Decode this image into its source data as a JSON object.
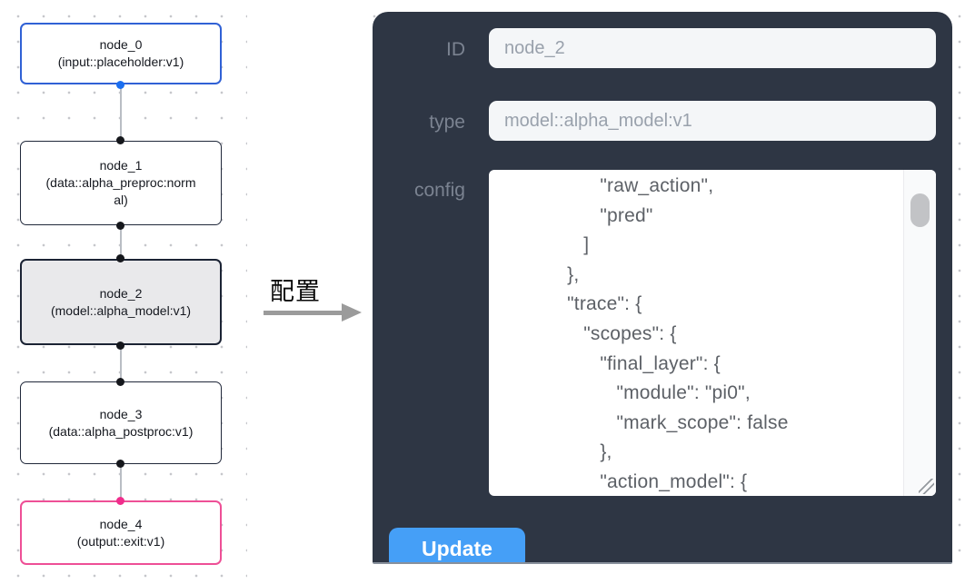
{
  "flow": {
    "nodes": [
      {
        "id": "node_0",
        "type_label": "(input::placeholder:v1)",
        "variant": "input"
      },
      {
        "id": "node_1",
        "type_label": "(data::alpha_preproc:normal)",
        "variant": "default"
      },
      {
        "id": "node_2",
        "type_label": "(model::alpha_model:v1)",
        "variant": "selected"
      },
      {
        "id": "node_3",
        "type_label": "(data::alpha_postproc:v1)",
        "variant": "default"
      },
      {
        "id": "node_4",
        "type_label": "(output::exit:v1)",
        "variant": "output"
      }
    ]
  },
  "annotation": {
    "arrow_label": "配置"
  },
  "panel": {
    "fields": [
      {
        "label": "ID",
        "value": "node_2"
      },
      {
        "label": "type",
        "value": "model::alpha_model:v1"
      }
    ],
    "config_label": "config",
    "config_text": "          \"raw_action\",\n          \"pred\"\n       ]\n    },\n    \"trace\": {\n       \"scopes\": {\n          \"final_layer\": {\n             \"module\": \"pi0\",\n             \"mark_scope\": false\n          },\n          \"action_model\": {",
    "update_label": "Update"
  },
  "colors": {
    "panel_bg": "#2e3644",
    "node_input_border": "#3061d5",
    "node_output_border": "#ee4f96",
    "node_selected_bg": "#e9e9eb",
    "port_blue": "#1a6ef0",
    "port_pink": "#f02d8c",
    "port_black": "#15171c",
    "update_button_bg": "#459ff7",
    "arrow_gray": "#9b9b9b"
  }
}
